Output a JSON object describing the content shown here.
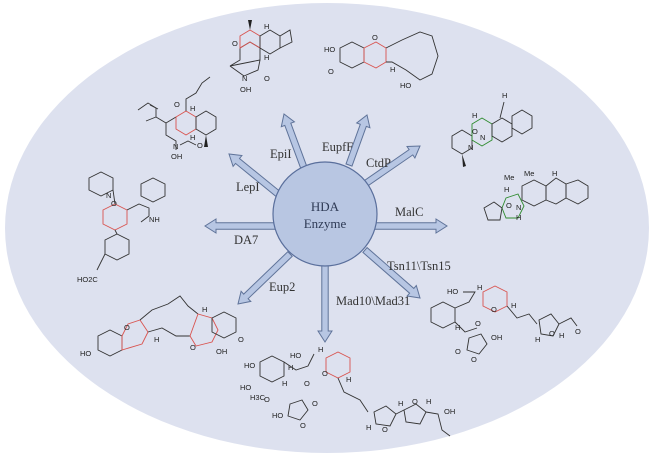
{
  "diagram": {
    "title": "HDA enzymes and their hetero-Diels-Alder products",
    "center": {
      "line1": "HDA",
      "line2": "Enzyme"
    },
    "colors": {
      "background_ellipse": "#dde1ef",
      "center_circle_fill": "#b8c6e2",
      "center_circle_stroke": "#5a6f9c",
      "arrow_fill": "#b7c6e3",
      "arrow_stroke": "#5f7399",
      "pyran_highlight": "#d9534f",
      "cage_highlight": "#2e8b2e",
      "bond": "#333333"
    },
    "enzymes": [
      {
        "id": "lepi",
        "label": "LepI",
        "direction": "upper-left"
      },
      {
        "id": "epii",
        "label": "EpiI",
        "direction": "up-left"
      },
      {
        "id": "eupff",
        "label": "EupfF",
        "direction": "up-right"
      },
      {
        "id": "ctdp",
        "label": "CtdP",
        "direction": "upper-right"
      },
      {
        "id": "malc",
        "label": "MalC",
        "direction": "right"
      },
      {
        "id": "tsn",
        "label": "Tsn11\\Tsn15",
        "direction": "lower-right"
      },
      {
        "id": "mad",
        "label": "Mad10\\Mad31",
        "direction": "down"
      },
      {
        "id": "eup2",
        "label": "Eup2",
        "direction": "lower-left"
      },
      {
        "id": "da7",
        "label": "DA7",
        "direction": "left"
      }
    ],
    "products": {
      "leporin": {
        "enzyme": "LepI",
        "atoms": [
          "N",
          "OH",
          "O",
          "O",
          "H",
          "H"
        ]
      },
      "epi": {
        "enzyme": "EpiI",
        "atoms": [
          "O",
          "H",
          "H",
          "N",
          "OH",
          "O"
        ]
      },
      "eupenifeldin_precursor": {
        "enzyme": "EupfF",
        "atoms": [
          "HO",
          "O",
          "O",
          "H",
          "HO"
        ]
      },
      "citrinadin": {
        "enzyme": "CtdP",
        "atoms": [
          "H",
          "H",
          "O",
          "N",
          "N"
        ]
      },
      "malbrancheamide": {
        "enzyme": "MalC",
        "atoms": [
          "Me",
          "Me",
          "H",
          "H",
          "O",
          "N",
          "H"
        ]
      },
      "tetronasin": {
        "enzyme": "Tsn11\\Tsn15",
        "atoms": [
          "HO",
          "H",
          "O",
          "H",
          "H",
          "O",
          "OH",
          "O",
          "O",
          "H",
          "O",
          "H",
          "O"
        ]
      },
      "maduramicin": {
        "enzyme": "Mad10\\Mad31",
        "atoms": [
          "HO",
          "HO",
          "H",
          "H",
          "HO",
          "H",
          "O",
          "H",
          "O",
          "H3C",
          "O",
          "HO",
          "O",
          "O",
          "H",
          "O",
          "H",
          "O",
          "H",
          "OH"
        ]
      },
      "eupenifeldin": {
        "enzyme": "Eup2",
        "atoms": [
          "HO",
          "O",
          "H",
          "H",
          "O",
          "OH",
          "O"
        ]
      },
      "da7_product": {
        "enzyme": "DA7",
        "atoms": [
          "N",
          "O",
          "NH",
          "HO2C"
        ]
      }
    }
  }
}
